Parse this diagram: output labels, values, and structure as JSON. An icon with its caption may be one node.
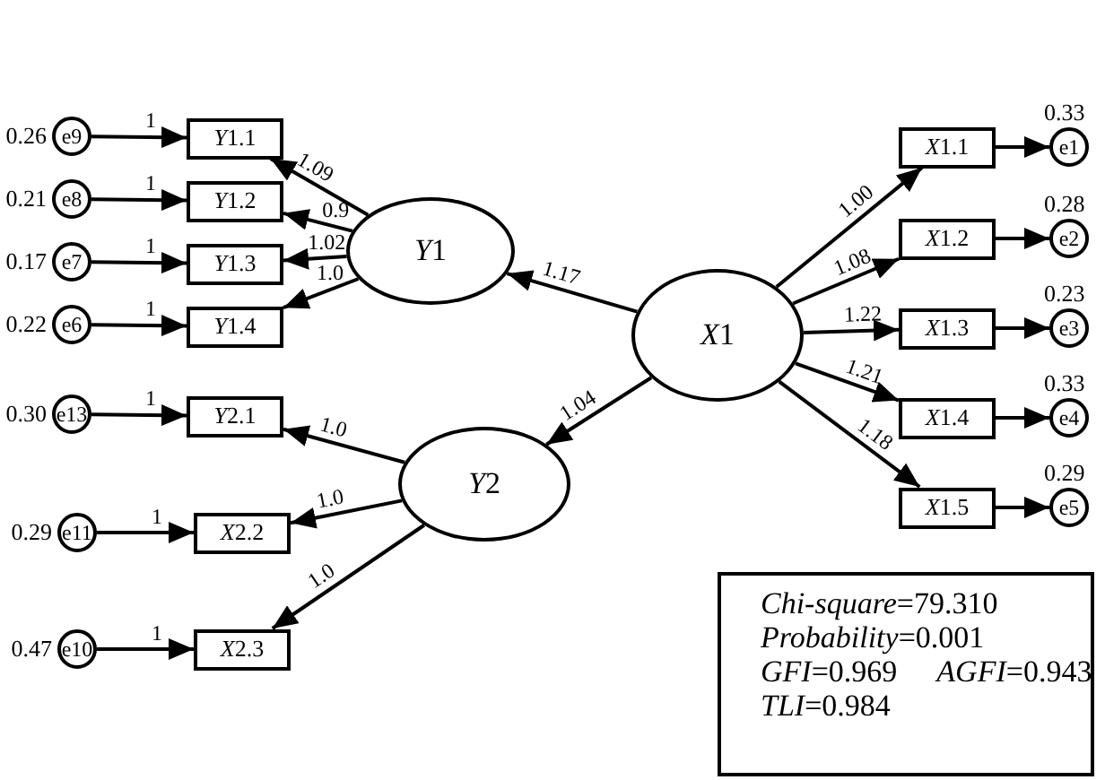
{
  "diagram": {
    "nodes": [
      {
        "text": [
          "e9"
        ],
        "beside": [
          "0.26"
        ]
      },
      {
        "text": [
          "Y1.1"
        ]
      },
      {
        "text": [
          "e8"
        ],
        "beside": [
          "0.21"
        ]
      },
      {
        "text": [
          "Y1.2"
        ]
      },
      {
        "text": [
          "e7"
        ],
        "beside": [
          "0.17"
        ]
      },
      {
        "text": [
          "Y1.3"
        ]
      },
      {
        "text": [
          "e6"
        ],
        "beside": [
          "0.22"
        ]
      },
      {
        "text": [
          "Y1.4"
        ]
      },
      {
        "text": [
          "Y1"
        ]
      },
      {
        "text": [
          "e13"
        ],
        "beside": [
          "0.30"
        ]
      },
      {
        "text": [
          "Y2.1"
        ]
      },
      {
        "text": [
          "X1"
        ]
      },
      {
        "text": [
          "Y2"
        ]
      },
      {
        "text": [
          "e11"
        ],
        "beside": [
          "0.29"
        ]
      },
      {
        "text": [
          "X2.2"
        ]
      },
      {
        "text": [
          "e10"
        ],
        "beside": [
          "0.47"
        ]
      },
      {
        "text": [
          "X2.3"
        ]
      },
      {
        "text": [
          "X1.1"
        ]
      },
      {
        "text": [
          "e1"
        ],
        "beside": [
          "0.33"
        ]
      },
      {
        "text": [
          "X1.2"
        ]
      },
      {
        "text": [
          "e2"
        ],
        "beside": [
          "0.28"
        ]
      },
      {
        "text": [
          "X1.3"
        ]
      },
      {
        "text": [
          "e3"
        ],
        "beside": [
          "0.23"
        ]
      },
      {
        "text": [
          "X1.4"
        ]
      },
      {
        "text": [
          "e4"
        ],
        "beside": [
          "0.33"
        ]
      },
      {
        "text": [
          "X1.5"
        ]
      },
      {
        "text": [
          "e5"
        ],
        "beside": [
          "0.29"
        ]
      },
      {
        "text": [
          "*Chi-square*=79.310",
          "*Probability*=0.001",
          "*GFI*=0.969",
          "*AGFI*=0.943",
          "*TLI*=0.984"
        ]
      }
    ],
    "edges": [
      {
        "from": 0,
        "to": 1,
        "arrow": "to",
        "label": "1"
      },
      {
        "from": 2,
        "to": 3,
        "arrow": "to",
        "label": "1"
      },
      {
        "from": 4,
        "to": 5,
        "arrow": "to",
        "label": "1"
      },
      {
        "from": 6,
        "to": 7,
        "arrow": "to",
        "label": "1"
      },
      {
        "from": 8,
        "to": 1,
        "arrow": "to",
        "label": "1.09"
      },
      {
        "from": 8,
        "to": 3,
        "arrow": "to",
        "label": "0.9"
      },
      {
        "from": 8,
        "to": 5,
        "arrow": "to",
        "label": "1.02"
      },
      {
        "from": 8,
        "to": 7,
        "arrow": "to",
        "label": "1.0"
      },
      {
        "from": 11,
        "to": 8,
        "arrow": "to",
        "label": "1.17"
      },
      {
        "from": 9,
        "to": 10,
        "arrow": "to",
        "label": "1"
      },
      {
        "from": 12,
        "to": 10,
        "arrow": "to",
        "label": "1.0"
      },
      {
        "from": 11,
        "to": 12,
        "arrow": "to",
        "label": "1.04"
      },
      {
        "from": 13,
        "to": 14,
        "arrow": "to",
        "label": "1"
      },
      {
        "from": 12,
        "to": 14,
        "arrow": "to",
        "label": "1.0"
      },
      {
        "from": 15,
        "to": 16,
        "arrow": "to",
        "label": "1"
      },
      {
        "from": 12,
        "to": 16,
        "arrow": "to",
        "label": "1.0"
      },
      {
        "from": 11,
        "to": 17,
        "arrow": "to",
        "label": "1.00"
      },
      {
        "from": 11,
        "to": 19,
        "arrow": "to",
        "label": "1.08"
      },
      {
        "from": 11,
        "to": 21,
        "arrow": "to",
        "label": "1.22"
      },
      {
        "from": 11,
        "to": 23,
        "arrow": "to",
        "label": "1.21"
      },
      {
        "from": 11,
        "to": 25,
        "arrow": "to",
        "label": "1.18"
      },
      {
        "from": 17,
        "to": 18,
        "arrow": "to"
      },
      {
        "from": 19,
        "to": 20,
        "arrow": "to"
      },
      {
        "from": 21,
        "to": 22,
        "arrow": "to"
      },
      {
        "from": 23,
        "to": 24,
        "arrow": "to"
      },
      {
        "from": 25,
        "to": 26,
        "arrow": "to"
      }
    ]
  }
}
